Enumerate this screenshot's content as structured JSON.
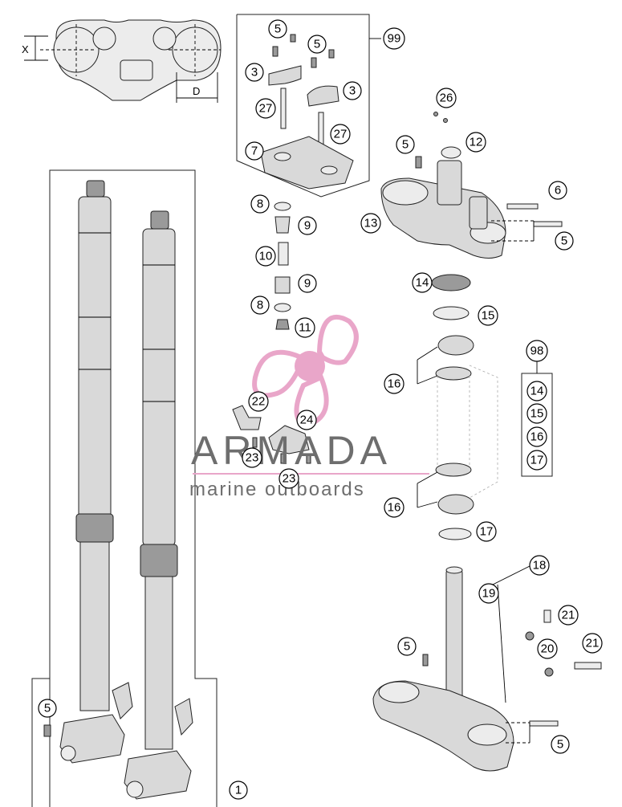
{
  "dimensions": {
    "x_label": "X",
    "d_label": "D"
  },
  "callouts": [
    {
      "label": "5"
    },
    {
      "label": "5"
    },
    {
      "label": "99"
    },
    {
      "label": "3"
    },
    {
      "label": "3"
    },
    {
      "label": "27"
    },
    {
      "label": "27"
    },
    {
      "label": "7"
    },
    {
      "label": "26"
    },
    {
      "label": "5"
    },
    {
      "label": "12"
    },
    {
      "label": "6"
    },
    {
      "label": "13"
    },
    {
      "label": "5"
    },
    {
      "label": "8"
    },
    {
      "label": "9"
    },
    {
      "label": "10"
    },
    {
      "label": "9"
    },
    {
      "label": "8"
    },
    {
      "label": "11"
    },
    {
      "label": "14"
    },
    {
      "label": "15"
    },
    {
      "label": "16"
    },
    {
      "label": "22"
    },
    {
      "label": "24"
    },
    {
      "label": "23"
    },
    {
      "label": "23"
    },
    {
      "label": "98"
    },
    {
      "label": "14"
    },
    {
      "label": "15"
    },
    {
      "label": "16"
    },
    {
      "label": "17"
    },
    {
      "label": "16"
    },
    {
      "label": "17"
    },
    {
      "label": "18"
    },
    {
      "label": "19"
    },
    {
      "label": "21"
    },
    {
      "label": "20"
    },
    {
      "label": "21"
    },
    {
      "label": "5"
    },
    {
      "label": "5"
    },
    {
      "label": "5"
    },
    {
      "label": "1"
    }
  ],
  "watermark": {
    "title": "ARMADA",
    "subtitle": "marine outboards"
  },
  "colors": {
    "watermark_pink": "#e9a6c9",
    "watermark_gray": "#6e6e6e"
  }
}
